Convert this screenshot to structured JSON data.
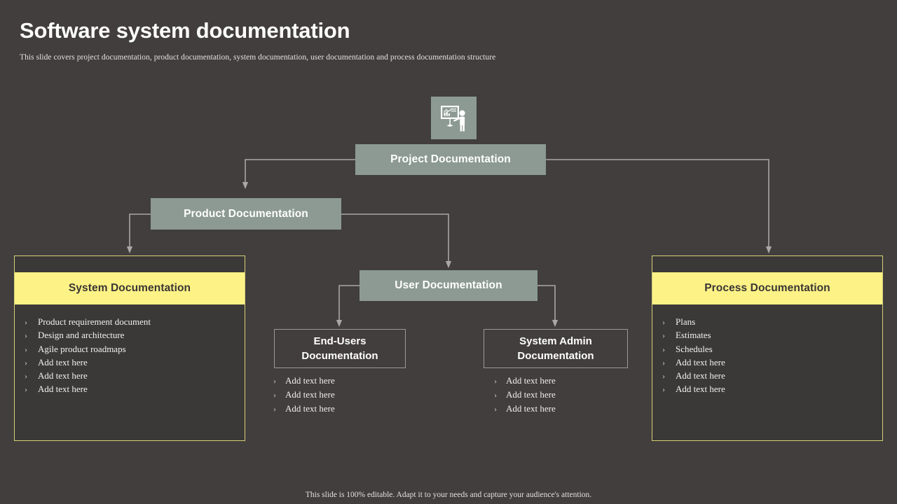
{
  "header": {
    "title": "Software system documentation",
    "subtitle": "This slide covers project documentation, product documentation, system documentation, user documentation and process documentation structure"
  },
  "colors": {
    "background": "#413e3d",
    "node_fill": "#8c9a93",
    "accent_yellow": "#fcf286",
    "panel_border": "#d9cf76",
    "connector": "#a9a8a5",
    "text_light": "#ffffff"
  },
  "icon": {
    "name": "presentation-board-icon"
  },
  "nodes": {
    "project": "Project Documentation",
    "product": "Product Documentation",
    "user": "User Documentation",
    "end_users": "End-Users Documentation",
    "system_admin": "System Admin Documentation"
  },
  "panels": [
    {
      "key": "system",
      "title": "System Documentation",
      "items": [
        "Product requirement  document",
        "Design  and architecture",
        "Agile  product roadmaps",
        "Add text  here",
        "Add text  here",
        "Add text  here"
      ]
    },
    {
      "key": "process",
      "title": "Process Documentation",
      "items": [
        "Plans",
        "Estimates",
        "Schedules",
        "Add text  here",
        "Add text  here",
        "Add text  here"
      ]
    }
  ],
  "sub_bullets": {
    "end_users": [
      "Add text  here",
      "Add text  here",
      "Add text  here"
    ],
    "system_admin": [
      "Add text  here",
      "Add text  here",
      "Add text  here"
    ]
  },
  "bullet_glyph": "›",
  "footer": {
    "note": "This slide is 100% editable.  Adapt it to your needs and capture your audience's  attention."
  }
}
